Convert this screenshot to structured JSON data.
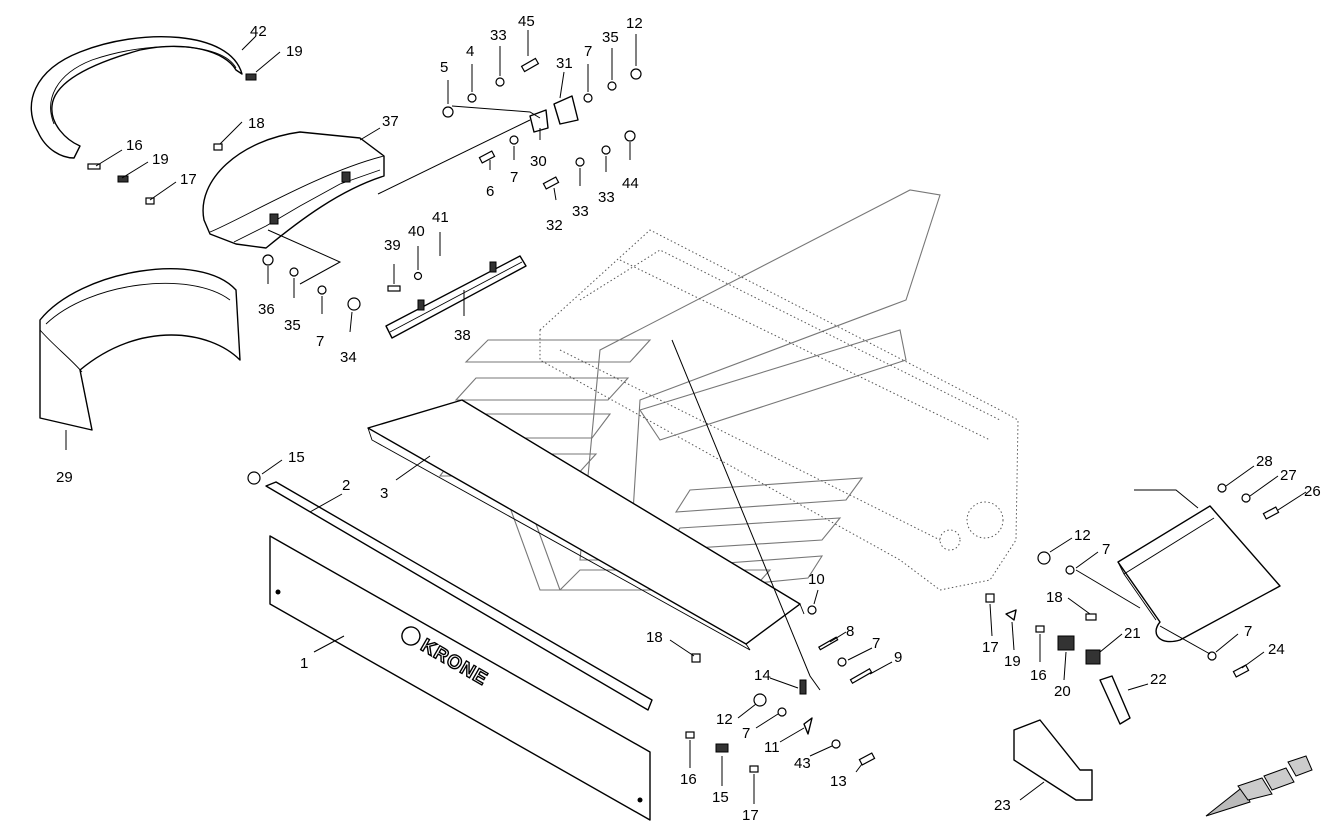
{
  "logo": {
    "brand": "KRONE"
  },
  "callouts": [
    {
      "id": "c42a",
      "label": "42"
    },
    {
      "id": "c19a",
      "label": "19"
    },
    {
      "id": "c18a",
      "label": "18"
    },
    {
      "id": "c16a",
      "label": "16"
    },
    {
      "id": "c19b",
      "label": "19"
    },
    {
      "id": "c17a",
      "label": "17"
    },
    {
      "id": "c37",
      "label": "37"
    },
    {
      "id": "c5",
      "label": "5"
    },
    {
      "id": "c4",
      "label": "4"
    },
    {
      "id": "c33a",
      "label": "33"
    },
    {
      "id": "c45",
      "label": "45"
    },
    {
      "id": "c31",
      "label": "31"
    },
    {
      "id": "c7a",
      "label": "7"
    },
    {
      "id": "c35a",
      "label": "35"
    },
    {
      "id": "c12a",
      "label": "12"
    },
    {
      "id": "c30",
      "label": "30"
    },
    {
      "id": "c6",
      "label": "6"
    },
    {
      "id": "c7b",
      "label": "7"
    },
    {
      "id": "c32",
      "label": "32"
    },
    {
      "id": "c33b",
      "label": "33"
    },
    {
      "id": "c33c",
      "label": "33"
    },
    {
      "id": "c44",
      "label": "44"
    },
    {
      "id": "c39",
      "label": "39"
    },
    {
      "id": "c40",
      "label": "40"
    },
    {
      "id": "c41",
      "label": "41"
    },
    {
      "id": "c38",
      "label": "38"
    },
    {
      "id": "c36",
      "label": "36"
    },
    {
      "id": "c35b",
      "label": "35"
    },
    {
      "id": "c7c",
      "label": "7"
    },
    {
      "id": "c34",
      "label": "34"
    },
    {
      "id": "c29",
      "label": "29"
    },
    {
      "id": "c15a",
      "label": "15"
    },
    {
      "id": "c2",
      "label": "2"
    },
    {
      "id": "c3",
      "label": "3"
    },
    {
      "id": "c1",
      "label": "1"
    },
    {
      "id": "c10",
      "label": "10"
    },
    {
      "id": "c8",
      "label": "8"
    },
    {
      "id": "c18b",
      "label": "18"
    },
    {
      "id": "c7d",
      "label": "7"
    },
    {
      "id": "c9",
      "label": "9"
    },
    {
      "id": "c14",
      "label": "14"
    },
    {
      "id": "c12b",
      "label": "12"
    },
    {
      "id": "c7e",
      "label": "7"
    },
    {
      "id": "c11",
      "label": "11"
    },
    {
      "id": "c43",
      "label": "43"
    },
    {
      "id": "c13",
      "label": "13"
    },
    {
      "id": "c16b",
      "label": "16"
    },
    {
      "id": "c15b",
      "label": "15"
    },
    {
      "id": "c17b",
      "label": "17"
    },
    {
      "id": "c28",
      "label": "28"
    },
    {
      "id": "c27",
      "label": "27"
    },
    {
      "id": "c26",
      "label": "26"
    },
    {
      "id": "c12c",
      "label": "12"
    },
    {
      "id": "c7f",
      "label": "7"
    },
    {
      "id": "c18c",
      "label": "18"
    },
    {
      "id": "c17c",
      "label": "17"
    },
    {
      "id": "c19c",
      "label": "19"
    },
    {
      "id": "c16c",
      "label": "16"
    },
    {
      "id": "c20",
      "label": "20"
    },
    {
      "id": "c21",
      "label": "21"
    },
    {
      "id": "c7g",
      "label": "7"
    },
    {
      "id": "c24",
      "label": "24"
    },
    {
      "id": "c22",
      "label": "22"
    },
    {
      "id": "c23",
      "label": "23"
    }
  ]
}
